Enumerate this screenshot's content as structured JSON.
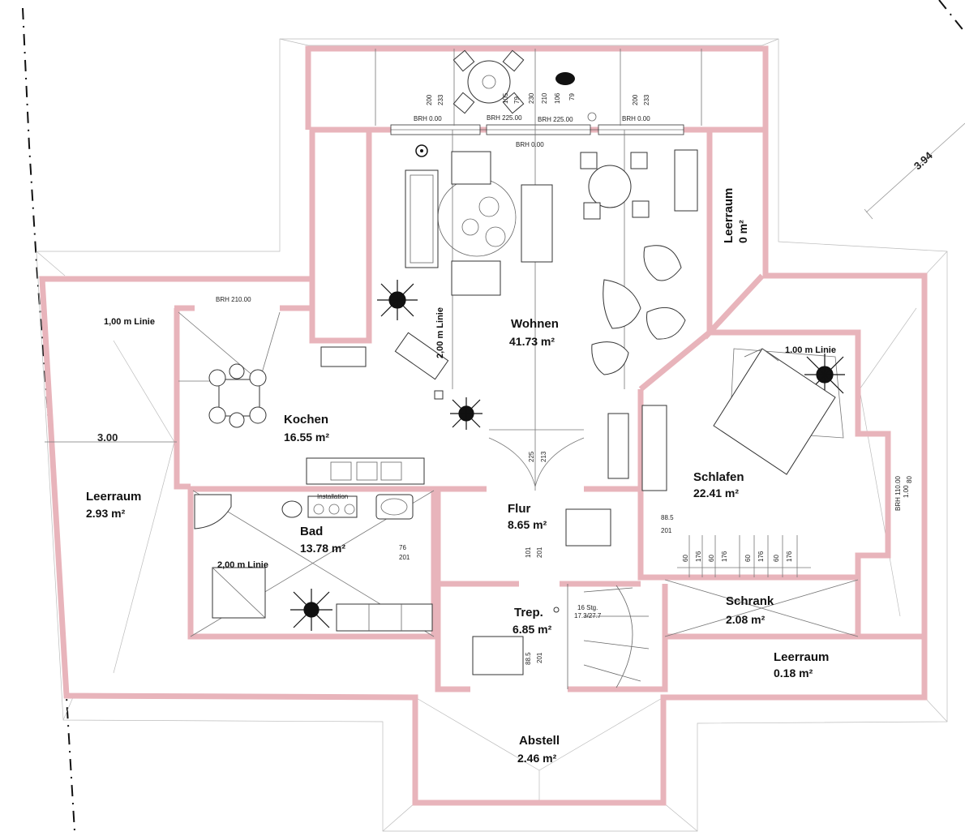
{
  "plan": {
    "rooms": [
      {
        "id": "wohnen",
        "name": "Wohnen",
        "area": "41.73 m²"
      },
      {
        "id": "kochen",
        "name": "Kochen",
        "area": "16.55 m²"
      },
      {
        "id": "bad",
        "name": "Bad",
        "area": "13.78 m²"
      },
      {
        "id": "flur",
        "name": "Flur",
        "area": "8.65 m²"
      },
      {
        "id": "schlafen",
        "name": "Schlafen",
        "area": "22.41 m²"
      },
      {
        "id": "schrank",
        "name": "Schrank",
        "area": "2.08 m²"
      },
      {
        "id": "trep",
        "name": "Trep.",
        "area": "6.85 m²"
      },
      {
        "id": "abstell",
        "name": "Abstell",
        "area": "2.46 m²"
      },
      {
        "id": "leerraum-left",
        "name": "Leerraum",
        "area": "2.93 m²"
      },
      {
        "id": "leerraum-right",
        "name": "Leerraum",
        "area": "0.18 m²"
      },
      {
        "id": "leerraum-top",
        "name": "Leerraum",
        "area": "0 m²"
      }
    ],
    "notes": {
      "linie_kochen": "1,00 m Linie",
      "linie_schlafen": "1.00 m Linie",
      "linie_wohnen": "2,00 m Linie",
      "linie_bad": "2,00 m Linie",
      "installation": "Installation",
      "stair_steps": "16 Stg.",
      "stair_ratio": "17.3/27.7"
    },
    "dimensions": {
      "left_width": "3.00",
      "top_right": "3.94"
    },
    "window_labels": {
      "brh1": "BRH 0.00",
      "brh2": "BRH 225.00",
      "brh3": "BRH 225.00",
      "brh4": "BRH 0.00",
      "brh5": "BRH 0.00",
      "brh_kochen": "BRH 210.00",
      "brh_schlafen": "BRH 110.00"
    },
    "small_dims": {
      "d200a": "200",
      "d233a": "233",
      "d105": "105",
      "d79a": "79",
      "d230": "230",
      "d210": "210",
      "d106": "106",
      "d79b": "79",
      "d200b": "200",
      "d233b": "233",
      "d225": "225",
      "d213": "213",
      "d76": "76",
      "d201a": "201",
      "d101": "101",
      "d201b": "201",
      "d885": "88.5",
      "d201c": "201",
      "d885b": "88.5",
      "d201d": "201",
      "d80": "80",
      "d100": "1.00",
      "w60a": "60",
      "w176a": "176",
      "w60b": "60",
      "w176b": "176",
      "w60c": "60",
      "w176c": "176",
      "w60d": "60",
      "w176d": "176"
    }
  }
}
